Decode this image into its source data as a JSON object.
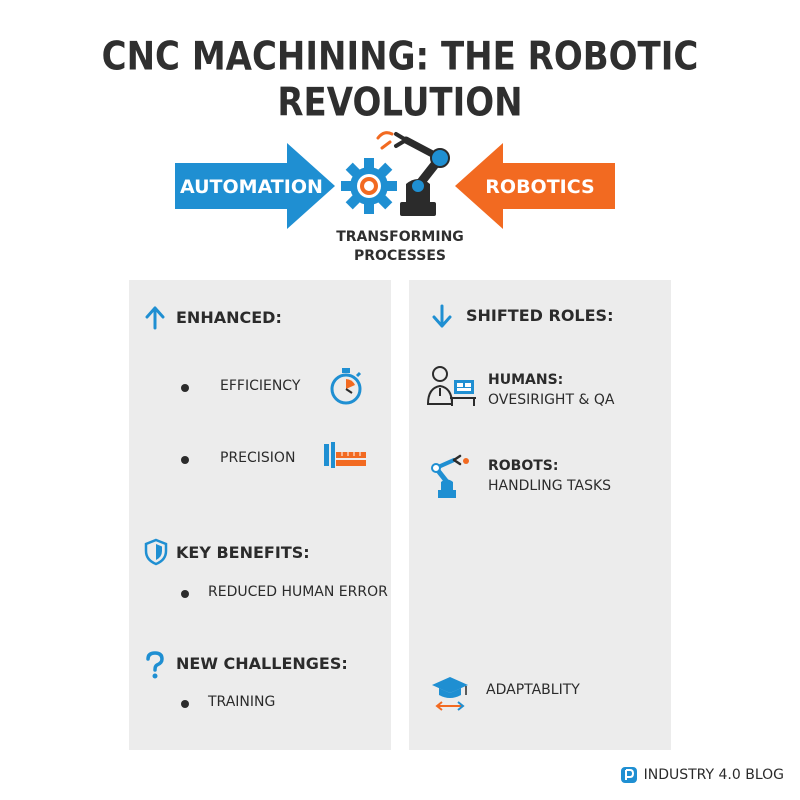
{
  "title": "CNC MACHINING: THE ROBOTIC REVOLUTION",
  "flow": {
    "left_label": "AUTOMATION",
    "right_label": "ROBOTICS",
    "center_caption_line1": "TRANSFORMING",
    "center_caption_line2": "PROCESSES"
  },
  "left_panel": {
    "enhanced": {
      "heading": "ENHANCED:",
      "items": [
        "EFFICIENCY",
        "PRECISION"
      ]
    },
    "benefits": {
      "heading": "KEY BENEFITS:",
      "items": [
        "REDUCED HUMAN ERROR"
      ]
    },
    "challenges": {
      "heading": "NEW CHALLENGES:",
      "items": [
        "TRAINING"
      ]
    }
  },
  "right_panel": {
    "heading": "SHIFTED ROLES:",
    "roles": [
      {
        "title": "HUMANS:",
        "subtitle": "OVESIRIGHT & QA"
      },
      {
        "title": "ROBOTS:",
        "subtitle": "HANDLING TASKS"
      }
    ],
    "adaptability": "ADAPTABLITY"
  },
  "footer": {
    "brand": "INDUSTRY 4.0 BLOG"
  },
  "colors": {
    "blue": "#1f8fd2",
    "orange": "#f26a21",
    "dark": "#2b2b2b",
    "panel": "#ececec"
  }
}
